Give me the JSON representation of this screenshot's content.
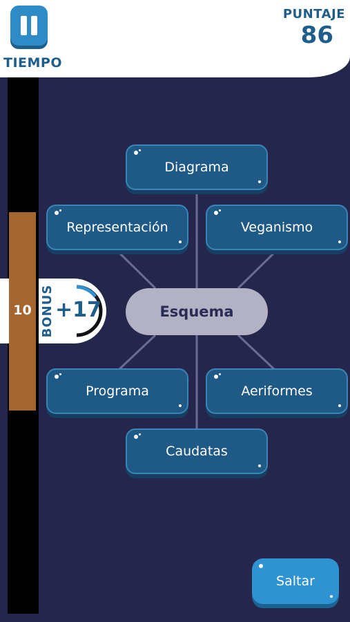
{
  "header": {
    "timer_label": "TIEMPO",
    "score_label": "PUNTAJE",
    "score_value": "86"
  },
  "timer": {
    "value": "10",
    "fill_fraction": 0.37
  },
  "bonus": {
    "label": "BONUS",
    "value": "+17"
  },
  "map": {
    "center": "Esquema",
    "options": [
      "Diagrama",
      "Representación",
      "Veganismo",
      "Programa",
      "Aeriformes",
      "Caudatas"
    ]
  },
  "skip_label": "Saltar",
  "colors": {
    "background": "#25264b",
    "option": "#1f5a86",
    "accent": "#2f93d1",
    "timer_fill": "#a5652e",
    "center": "#b2b2c4"
  }
}
